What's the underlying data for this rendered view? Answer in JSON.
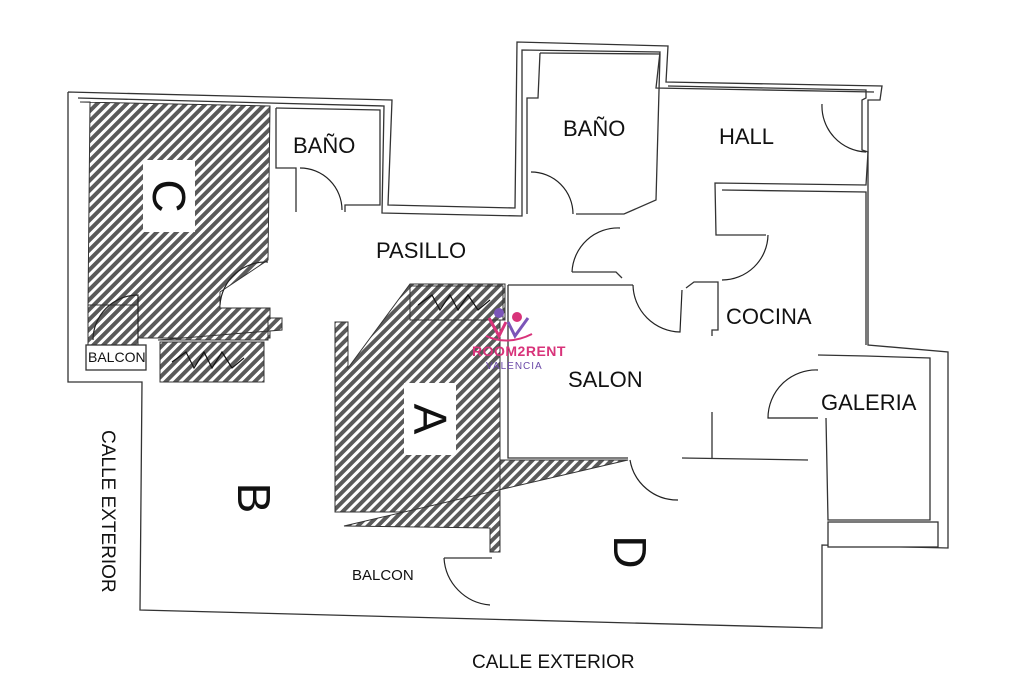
{
  "plan": {
    "rooms": {
      "bano_left": "BAÑO",
      "bano_right": "BAÑO",
      "hall": "HALL",
      "pasillo": "PASILLO",
      "cocina": "COCINA",
      "salon": "SALON",
      "galeria": "GALERIA",
      "balcon_left": "BALCON",
      "balcon_bottom": "BALCON"
    },
    "bedrooms": {
      "a": "A",
      "b": "B",
      "c": "C",
      "d": "D"
    },
    "streets": {
      "left": "CALLE EXTERIOR",
      "bottom": "CALLE EXTERIOR"
    },
    "logo": {
      "name": "ROOM2RENT",
      "city": "VALENCIA",
      "colors": {
        "pink": "#d8337a",
        "purple": "#6b4aa8"
      }
    },
    "colors": {
      "hatch_dark": "#555555",
      "wall": "#333333",
      "background": "#ffffff"
    }
  }
}
